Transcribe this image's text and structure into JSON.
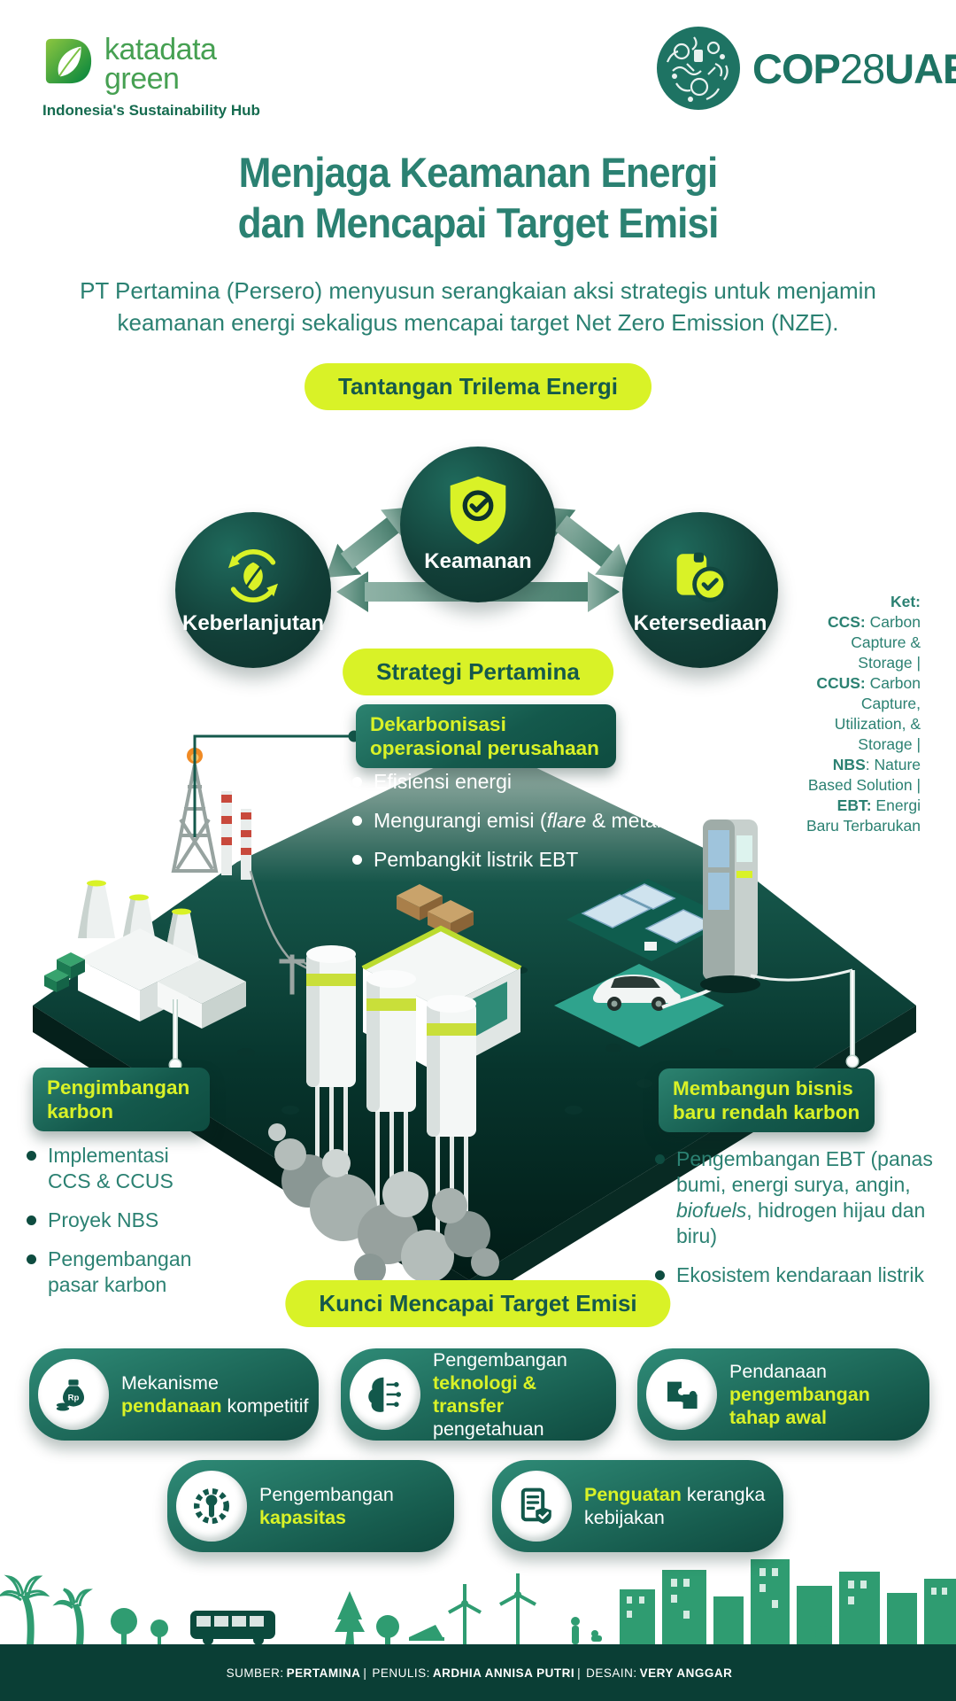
{
  "colors": {
    "accent_lime": "#D9F227",
    "teal_text": "#2B8172",
    "dark_teal": "#0E4C40",
    "node_fill": "#123F38",
    "footer_bar": "#0A3E35",
    "silhouette_green": "#2F9C71"
  },
  "header": {
    "brand_line1": "katadata",
    "brand_line2": "green",
    "brand_tagline": "Indonesia's Sustainability Hub",
    "cop_cop": "COP",
    "cop_28": "28",
    "cop_uae": "UAE"
  },
  "title": {
    "line1": "Menjaga Keamanan Energi",
    "line2": "dan Mencapai Target Emisi"
  },
  "intro": {
    "line1": "PT Pertamina (Persero) menyusun serangkaian aksi strategis untuk menjamin",
    "line2": "keamanan energi sekaligus mencapai target Net Zero Emission (NZE)."
  },
  "pills": {
    "trilemma": "Tantangan Trilema Energi",
    "strategi": "Strategi Pertamina",
    "kunci": "Kunci Mencapai Target Emisi"
  },
  "trilemma": {
    "top": {
      "label": "Keamanan",
      "icon": "shield-check-icon"
    },
    "left": {
      "label": "Keberlanjutan",
      "icon": "leaf-recycle-icon"
    },
    "right": {
      "label": "Ketersediaan",
      "icon": "availability-check-icon"
    }
  },
  "legend": {
    "title": "Ket:",
    "items": [
      {
        "abbr": "CCS:",
        "rest": " Carbon Capture & Storage |"
      },
      {
        "abbr": "CCUS:",
        "rest": " Carbon Capture, Utilization, & Storage |"
      },
      {
        "abbr": "NBS",
        "rest": ": Nature Based Solution |"
      },
      {
        "abbr": "EBT:",
        "rest": " Energi Baru Terbarukan"
      }
    ]
  },
  "strategies": {
    "dekarbonisasi": {
      "title_line1": "Dekarbonisasi",
      "title_line2": "operasional perusahaan",
      "bullets": [
        {
          "pre": "Efisiensi energi",
          "italic": "",
          "post": ""
        },
        {
          "pre": "Mengurangi emisi (",
          "italic": "flare",
          "post": " & metana)"
        },
        {
          "pre": "Pembangkit listrik EBT",
          "italic": "",
          "post": ""
        }
      ]
    },
    "pengimbangan": {
      "title_line1": "Pengimbangan",
      "title_line2": "karbon",
      "bullets": [
        {
          "pre": "Implementasi CCS & CCUS",
          "italic": "",
          "post": ""
        },
        {
          "pre": "Proyek NBS",
          "italic": "",
          "post": ""
        },
        {
          "pre": "Pengembangan pasar karbon",
          "italic": "",
          "post": ""
        }
      ]
    },
    "bisnis_baru": {
      "title_line1": "Membangun bisnis",
      "title_line2": "baru rendah karbon",
      "bullets": [
        {
          "pre": "Pengembangan EBT (panas bumi, energi surya, angin, ",
          "italic": "biofuels",
          "post": ", hidrogen hijau dan biru)"
        },
        {
          "pre": "Ekosistem kendaraan listrik",
          "italic": "",
          "post": ""
        }
      ]
    }
  },
  "keys": [
    {
      "icon": "money-bag-icon",
      "pre": "Mekanisme ",
      "highlight": "pendanaan",
      "post": " kompetitif"
    },
    {
      "icon": "brain-tech-icon",
      "pre": "Pengembangan ",
      "highlight": "teknologi & transfer",
      "post": " pengetahuan"
    },
    {
      "icon": "puzzle-icon",
      "pre": "Pendanaan ",
      "highlight": "pengembangan tahap awal",
      "post": ""
    },
    {
      "icon": "gear-wrench-icon",
      "pre": "Pengembangan ",
      "highlight": "kapasitas",
      "post": ""
    },
    {
      "icon": "policy-shield-icon",
      "pre": "",
      "highlight": "Penguatan",
      "post": " kerangka kebijakan"
    }
  ],
  "footer": {
    "sumber_label": "SUMBER:",
    "sumber": "PERTAMINA",
    "sep1": "|",
    "penulis_label": "PENULIS:",
    "penulis": "ARDHIA ANNISA PUTRI",
    "sep2": "|",
    "desain_label": "DESAIN:",
    "desain": "VERY ANGGAR"
  }
}
